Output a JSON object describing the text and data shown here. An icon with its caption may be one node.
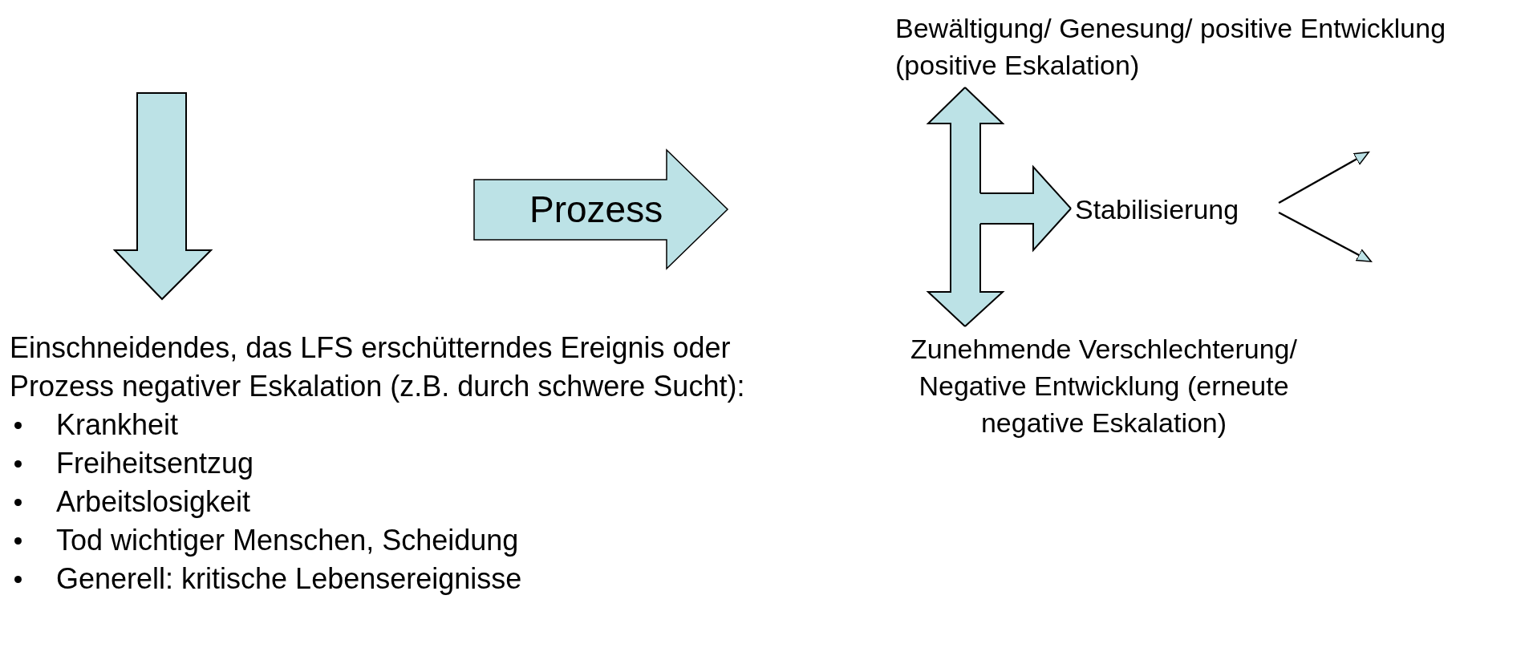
{
  "diagram": {
    "nodes": [
      {
        "text": [
          "Einschneidendes, das LFS erschütterndes Ereignis oder Prozess negativer Eskalation (z.B. durch schwere Sucht):",
          "Krankheit",
          "Freiheitsentzug",
          "Arbeitslosigkeit",
          "Tod wichtiger Menschen, Scheidung",
          "Generell: kritische Lebensereignisse"
        ]
      },
      {
        "text": [
          "Prozess"
        ]
      },
      {
        "text": [
          "Bewältigung/ Genesung/ positive Entwicklung (positive Eskalation)"
        ]
      },
      {
        "text": [
          "Stabilisierung"
        ]
      },
      {
        "text": [
          "Zunehmende Verschlechterung/ Negative Entwicklung (erneute negative Eskalation)"
        ]
      }
    ],
    "edges": [
      {
        "from": null,
        "to": 0,
        "arrow": "to",
        "style": "thick"
      },
      {
        "from": null,
        "to": 2,
        "arrow": "to",
        "style": "thick"
      },
      {
        "from": null,
        "to": 3,
        "arrow": "to",
        "style": "thick"
      },
      {
        "from": null,
        "to": 4,
        "arrow": "to",
        "style": "thick"
      },
      {
        "from": 3,
        "to": null,
        "arrow": "to"
      },
      {
        "from": 3,
        "to": null,
        "arrow": "to"
      }
    ]
  }
}
